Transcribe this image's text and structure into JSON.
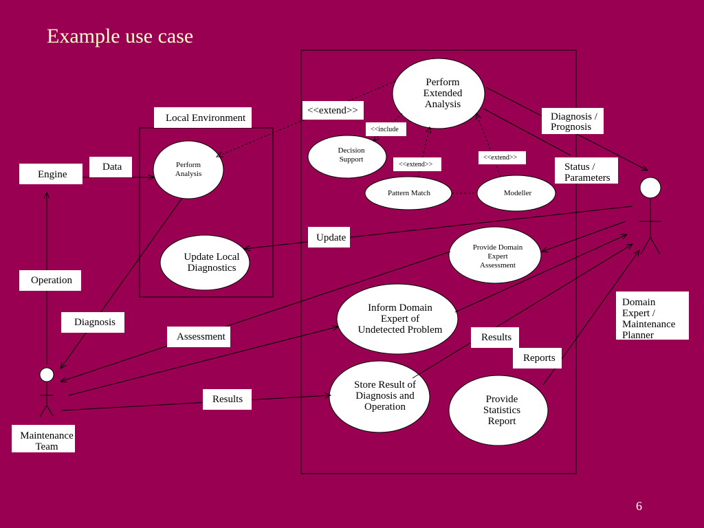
{
  "slide": {
    "title": "Example use case",
    "page_number": "6"
  },
  "boundaries": {
    "local_environment": "Local Environment"
  },
  "actors": {
    "engine": "Engine",
    "maintenance_team": "Maintenance\nTeam",
    "domain_expert": "Domain\nExpert  /\nMaintenance\nPlanner"
  },
  "use_cases": {
    "perform_analysis": "Perform\nAnalysis",
    "update_local_diagnostics": "Update Local\nDiagnostics",
    "perform_extended_analysis": "Perform\nExtended\nAnalysis",
    "decision_support": "Decision\nSupport",
    "pattern_match": "Pattern Match",
    "modeller": "Modeller",
    "provide_domain_expert_assessment": "Provide Domain\nExpert\nAssessment",
    "inform_domain_expert": "Inform Domain\nExpert of\nUndetected Problem",
    "store_result": "Store Result of\nDiagnosis and\nOperation",
    "provide_statistics_report": "Provide\nStatistics\nReport"
  },
  "flow_labels": {
    "data": "Data",
    "operation": "Operation",
    "diagnosis": "Diagnosis",
    "assessment": "Assessment",
    "results_left": "Results",
    "update": "Update",
    "diagnosis_prognosis": "Diagnosis  /\nPrognosis",
    "status_parameters": "Status /\nParameters",
    "results_right": "Results",
    "reports": "Reports"
  },
  "stereotypes": {
    "extend_main": "<<extend>>",
    "include": "<<include",
    "extend_pattern": "<<extend>>",
    "extend_modeller": "<<extend>>"
  },
  "colors": {
    "background": "#990052",
    "title": "#ffffcc",
    "shapes": "#ffffff",
    "lines": "#000000"
  }
}
